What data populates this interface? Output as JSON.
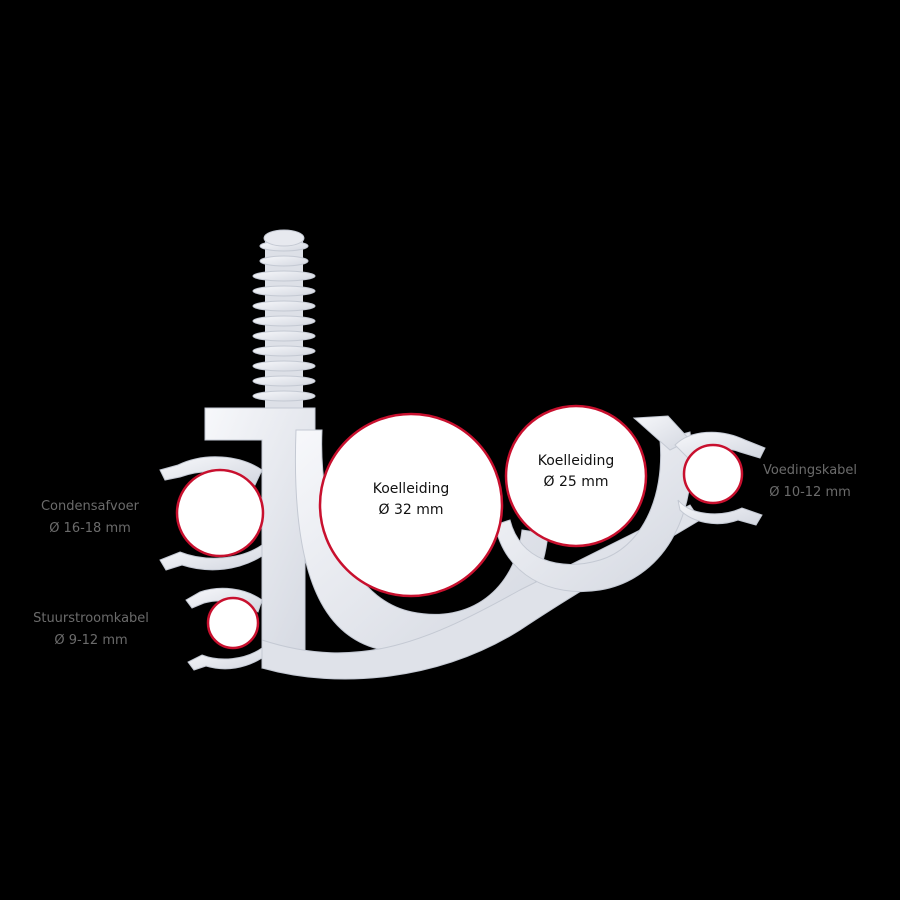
{
  "colors": {
    "background": "#000000",
    "bracket": "#eef0f4",
    "bracket_shadow": "#c9ced8",
    "ring_border": "#c8102e",
    "ring_fill": "#ffffff",
    "side_label_text": "#6b6b6b",
    "circle_label_text": "#111111"
  },
  "pipes": [
    {
      "id": "koelleiding-32",
      "name": "Koelleiding",
      "diameter": "Ø 32 mm"
    },
    {
      "id": "koelleiding-25",
      "name": "Koelleiding",
      "diameter": "Ø 25 mm"
    }
  ],
  "cables": [
    {
      "id": "condensafvoer",
      "name": "Condensafvoer",
      "diameter": "Ø 16-18 mm"
    },
    {
      "id": "stuurstroomkabel",
      "name": "Stuurstroomkabel",
      "diameter": "Ø 9-12 mm"
    },
    {
      "id": "voedingskabel",
      "name": "Voedingskabel",
      "diameter": "Ø 10-12 mm"
    }
  ]
}
